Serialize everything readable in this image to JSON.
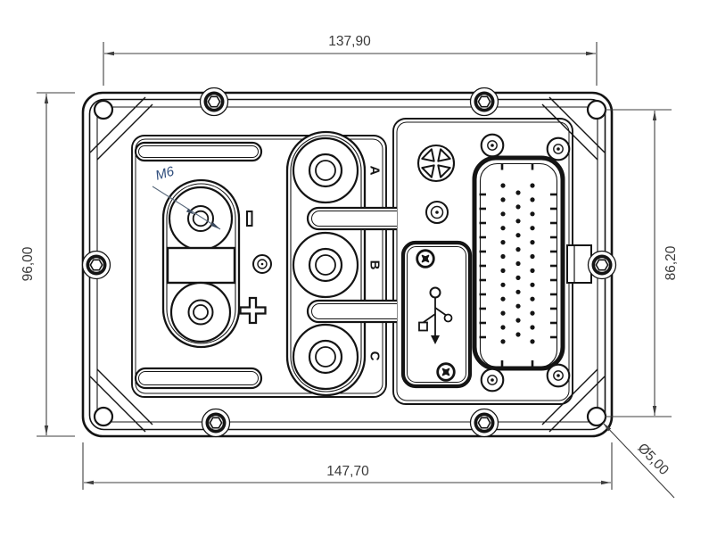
{
  "drawing": {
    "kind": "technical-dimension-drawing",
    "units": "mm",
    "background": "#ffffff"
  },
  "colors": {
    "line": "#141414",
    "dimension": "#3a3a3a",
    "callout": "#2f4d7c"
  },
  "dimensions": {
    "mounting_hole_spacing_horizontal": "137,90",
    "overall_width": "147,70",
    "overall_height": "96,00",
    "mounting_hole_spacing_vertical": "86,20",
    "mounting_hole_diameter": "Ø5,00",
    "terminal_thread_callout": "M6"
  },
  "terminal_labels": {
    "phase_a": "A",
    "phase_b": "B",
    "phase_c": "C",
    "positive": "+",
    "negative": "−"
  },
  "connector": {
    "pin_columns": [
      12,
      11,
      12
    ],
    "edge_ticks_per_side": 11
  }
}
